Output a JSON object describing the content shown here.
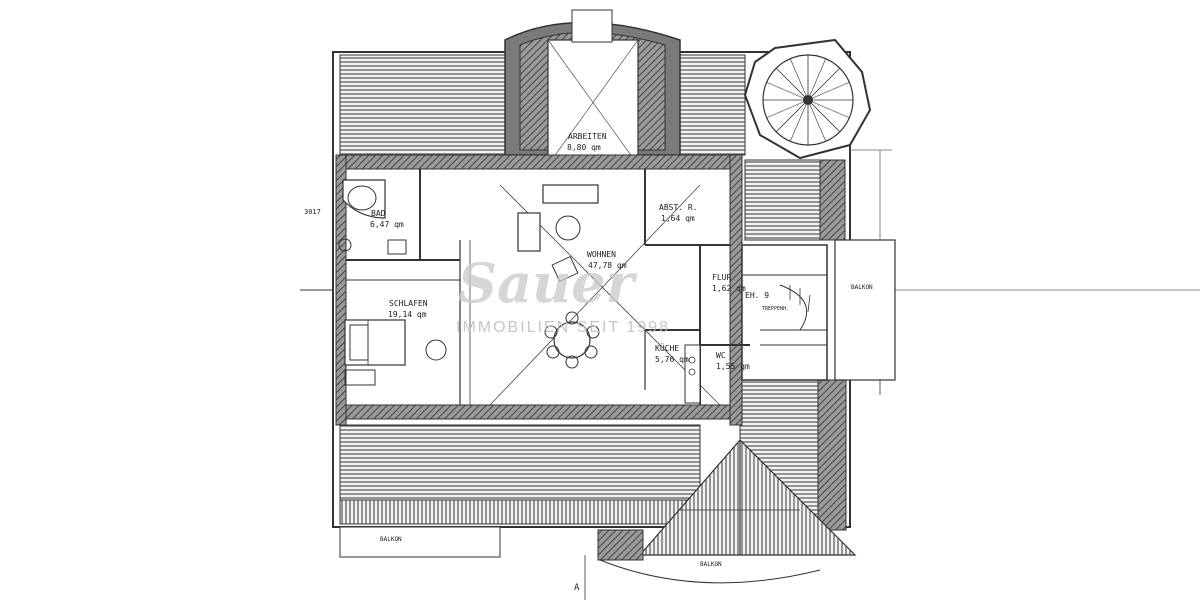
{
  "plan": {
    "rooms": {
      "arbeiten": {
        "name": "ARBEITEN",
        "area": "8,80 qm"
      },
      "bad": {
        "name": "BAD",
        "area": "6,47 qm"
      },
      "abstr": {
        "name": "ABST. R.",
        "area": "1,64 qm"
      },
      "wohnen": {
        "name": "WOHNEN",
        "area": "47,78 qm"
      },
      "flur": {
        "name": "FLUR",
        "area": "1,62 qm"
      },
      "schlafen": {
        "name": "SCHLAFEN",
        "area": "19,14 qm"
      },
      "kueche": {
        "name": "KÜCHE",
        "area": "5,76 qm"
      },
      "wc": {
        "name": "WC",
        "area": "1,55 qm"
      }
    },
    "labels": {
      "balkon_right": "BALKON",
      "balkon_bottom_left": "BALKON",
      "balkon_bottom_right": "BALKON",
      "stair_house": "EH. 9",
      "stair": "TREPPENH.",
      "section_mark": "A",
      "edge_code": "3017"
    },
    "watermark": {
      "brand": "Sauer",
      "tagline": "IMMOBILIEN SEIT 1998"
    }
  }
}
